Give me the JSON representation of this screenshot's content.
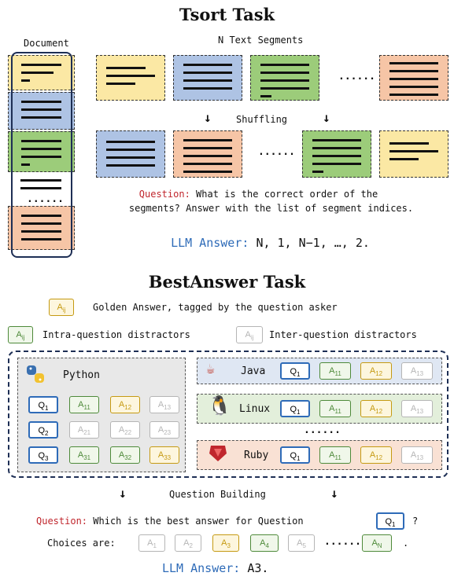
{
  "tsort": {
    "title": "Tsort Task",
    "document_label": "Document",
    "segments_label": "N Text Segments",
    "shuffling_label": "Shuffling",
    "ellipsis": "......",
    "question_prefix": "Question:",
    "question_line1": "What is the correct order of the",
    "question_line2": "segments? Answer with the list of segment indices.",
    "answer_prefix": "LLM Answer:",
    "answer_value": "N, 1, N−1, …, 2."
  },
  "bestanswer": {
    "title": "BestAnswer Task",
    "legend_golden": "Golden Answer, tagged by the question asker",
    "legend_intra": "Intra-question distractors",
    "legend_inter": "Inter-question distractors",
    "legend_chip": "A",
    "legend_chip_sub": "ij",
    "python": "Python",
    "java": "Java",
    "linux": "Linux",
    "ruby": "Ruby",
    "ellipsis": "......",
    "building_label": "Question Building",
    "question_prefix": "Question:",
    "question_text": "Which is the best answer for Question",
    "question_tail": "?",
    "choices_label": "Choices are:",
    "choices_tail": ".",
    "answer_prefix": "LLM Answer:",
    "answer_value": "A3."
  },
  "colors": {
    "question_red": "#c0262d",
    "answer_blue": "#2e6bb8",
    "golden": "#c59a12",
    "intra": "#4e8a3a",
    "inter": "#b5b5b5"
  }
}
